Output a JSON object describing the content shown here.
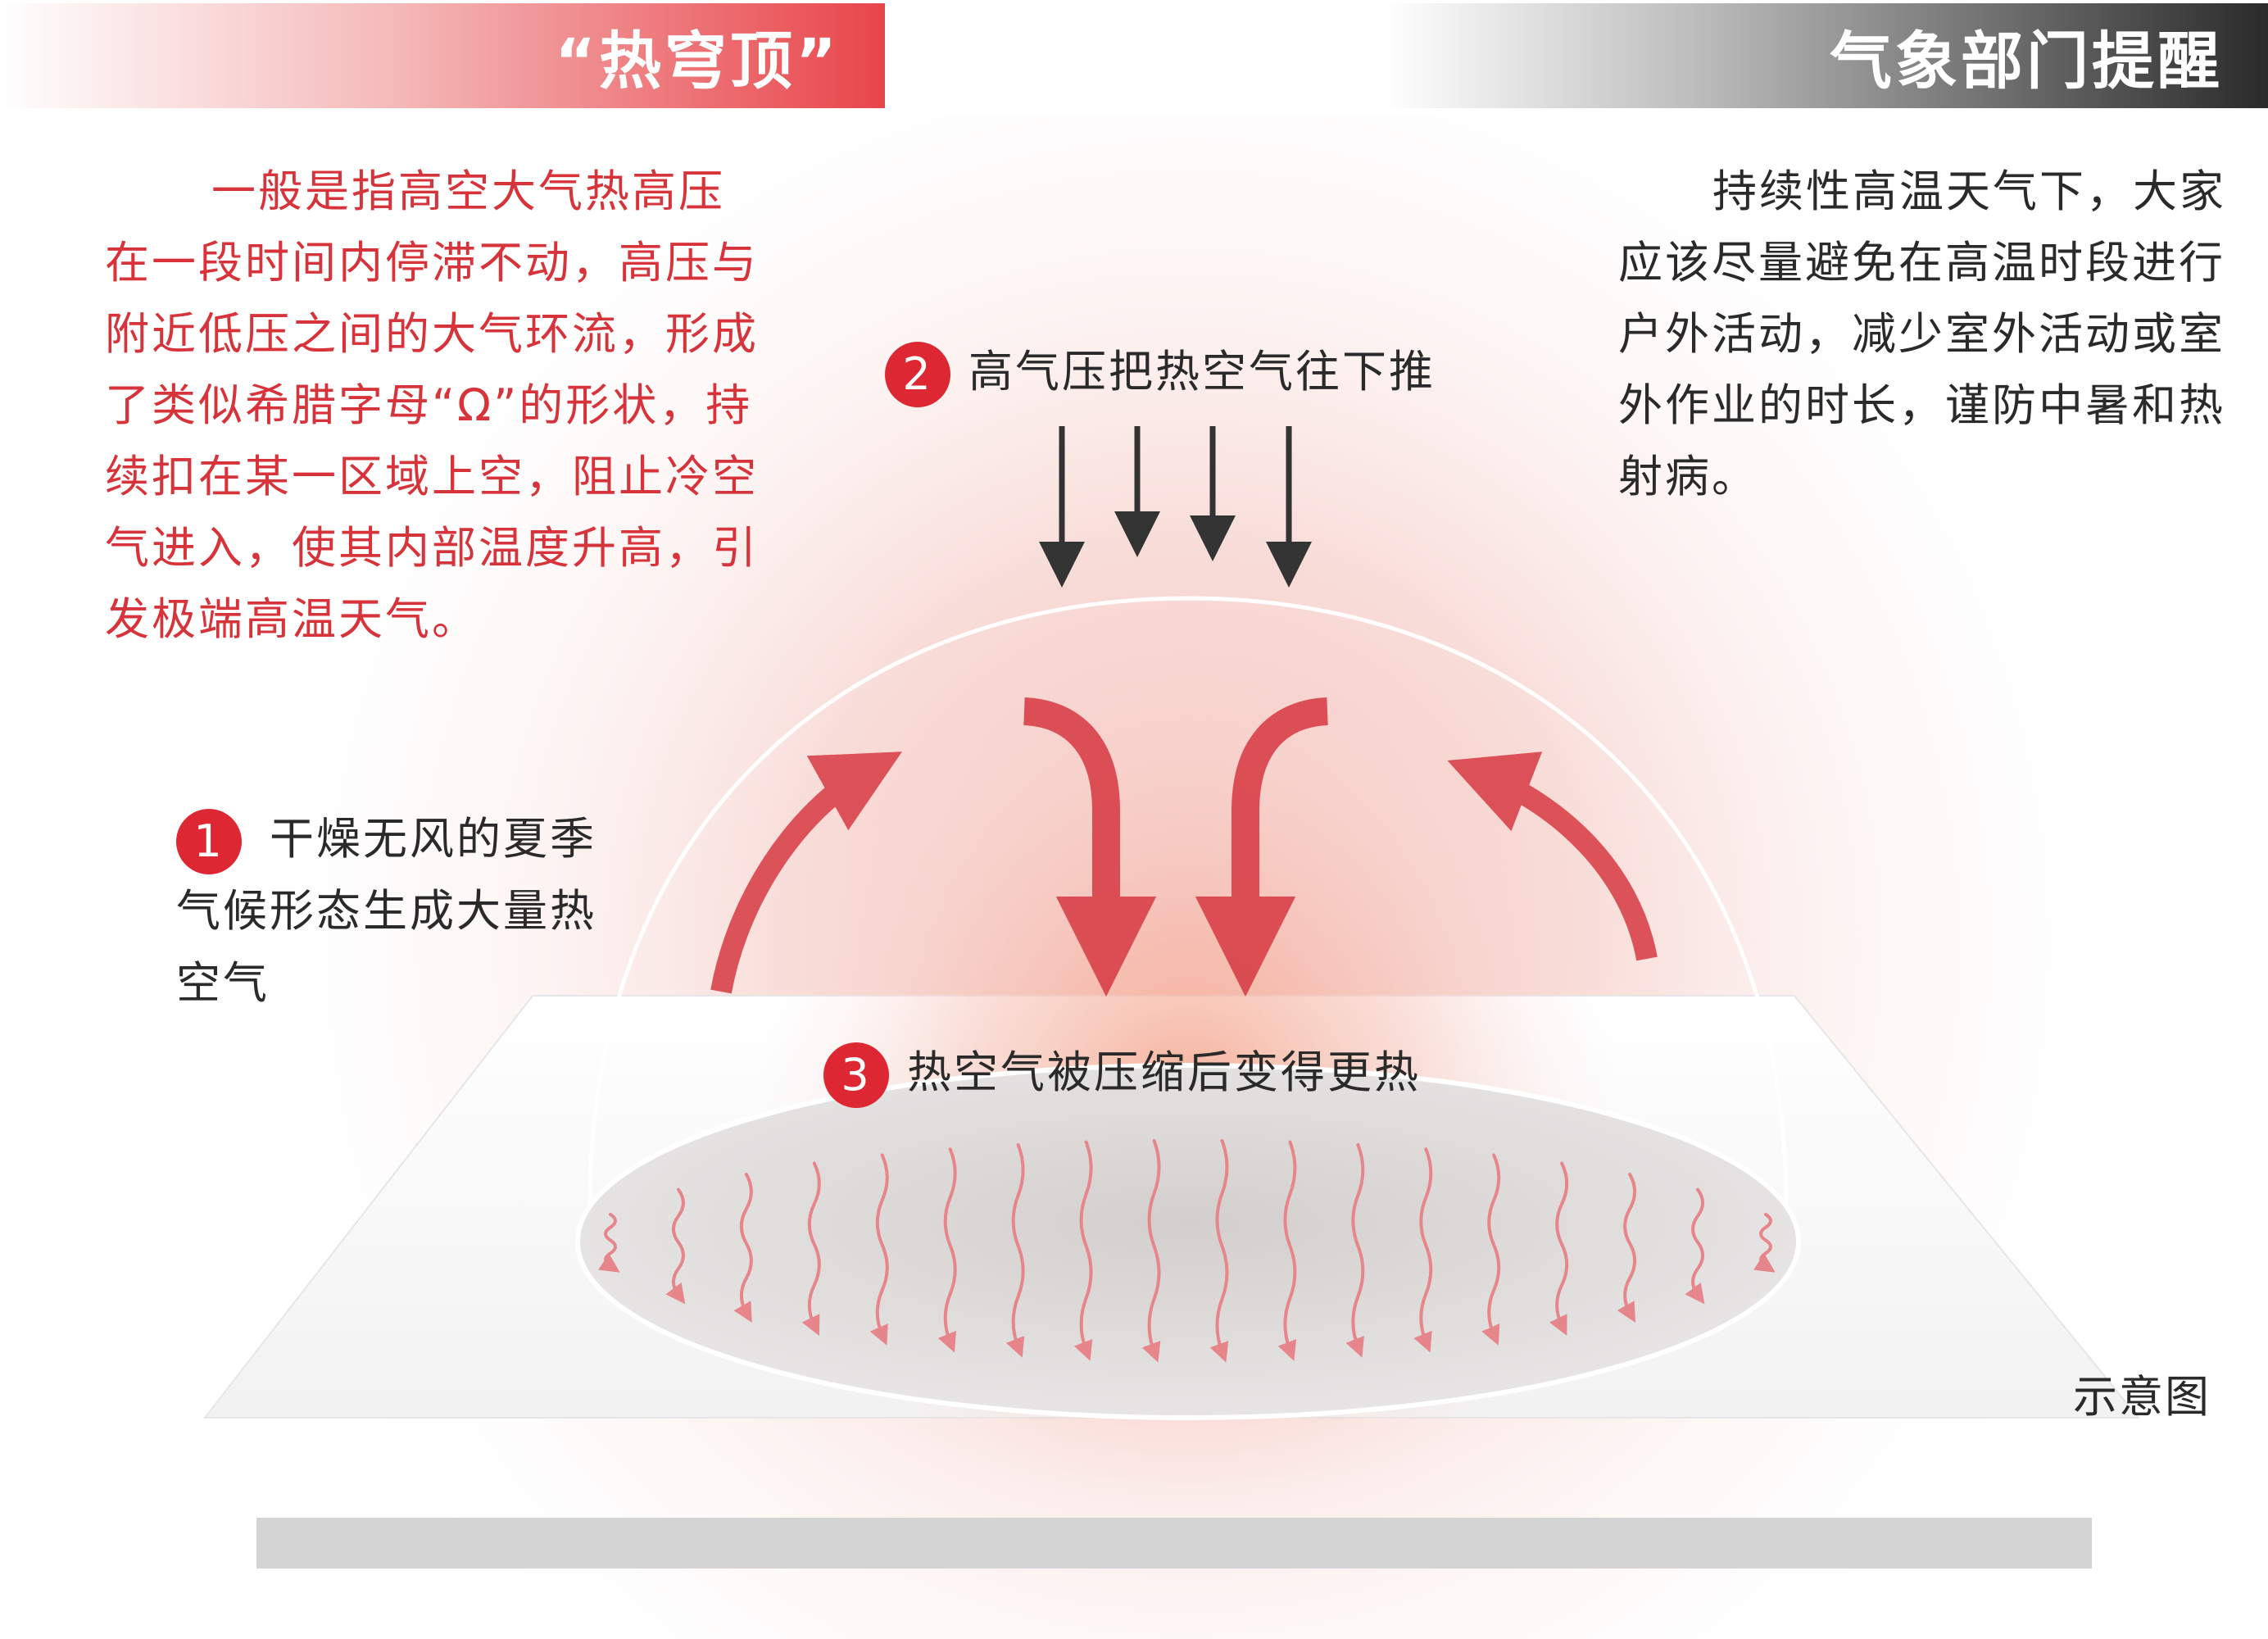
{
  "header": {
    "left_title": "“热穹顶”",
    "right_title": "气象部门提醒"
  },
  "definition_text": "一般是指高空大气热高压在一段时间内停滞不动，高压与附近低压之间的大气环流，形成了类似希腊字母“Ω”的形状，持续扣在某一区域上空，阻止冷空气进入，使其内部温度升高，引发极端高温天气。",
  "advice_text": "持续性高温天气下，大家应该尽量避免在高温时段进行户外活动，减少室外活动或室外作业的时长，谨防中暑和热射病。",
  "steps": [
    {
      "number": "1",
      "text": "干燥无风的夏季气候形态生成大量热空气"
    },
    {
      "number": "2",
      "text": "高气压把热空气往下推"
    },
    {
      "number": "3",
      "text": "热空气被压缩后变得更热"
    }
  ],
  "caption": "示意图",
  "colors": {
    "accent_red": "#dd2833",
    "text_red": "#d6333b",
    "text_dark": "#2a2a2a",
    "arrow_red": "#d9434b",
    "push_arrow": "#333333",
    "heat_wave": "#e6868a",
    "ground_bar": "#d4d4d4"
  }
}
